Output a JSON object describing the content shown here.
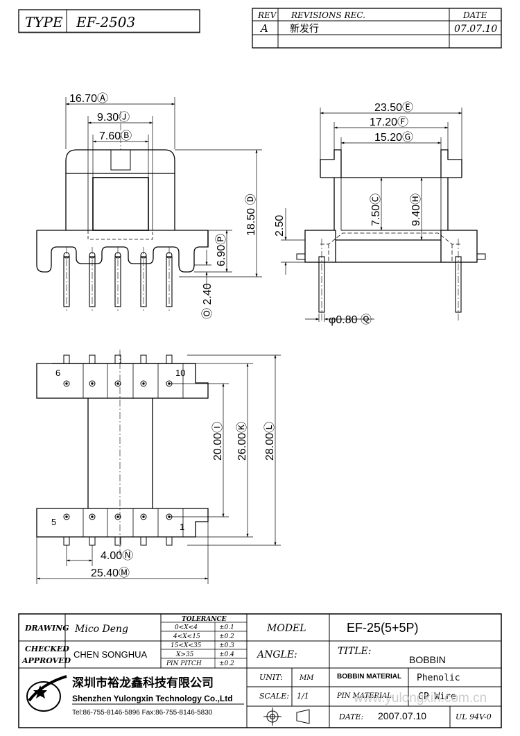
{
  "header": {
    "type_label": "TYPE",
    "type_value": "EF-2503",
    "rev_label": "REV",
    "revisions_label": "REVISIONS REC.",
    "date_label": "DATE",
    "rev_value": "A",
    "revision_text": "新发行",
    "revision_date": "07.07.10"
  },
  "dimensions": {
    "A": "16.70Ⓐ",
    "J": "9.30Ⓙ",
    "B": "7.60Ⓑ",
    "D": "18.50 Ⓓ",
    "P": "6.90Ⓟ",
    "O": "Ⓞ 2.40",
    "E": "23.50Ⓔ",
    "F": "17.20Ⓕ",
    "G": "15.20Ⓖ",
    "C": "7.50Ⓒ",
    "H": "9.40Ⓗ",
    "slot": "2.50",
    "Q": "φ0.80 Ⓠ",
    "I": "20.00Ⓘ",
    "K": "26.00Ⓚ",
    "L": "28.00Ⓛ",
    "N": "4.00Ⓝ",
    "M": "25.40Ⓜ"
  },
  "pins": {
    "p6": "6",
    "p10": "10",
    "p5": "5",
    "p1": "1"
  },
  "title_block": {
    "drawing_label": "DRAWING",
    "drawing_value": "Mico Deng",
    "checked_label": "CHECKED",
    "approved_label": "APPROVED",
    "approved_value": "CHEN SONGHUA",
    "tolerance_label": "TOLERANCE",
    "tolerances": [
      {
        "range": "0<X<4",
        "value": "±0.1"
      },
      {
        "range": "4<X<15",
        "value": "±0.2"
      },
      {
        "range": "15<X<35",
        "value": "±0.3"
      },
      {
        "range": "X>35",
        "value": "±0.4"
      },
      {
        "range": "PIN PITCH",
        "value": "±0.2"
      }
    ],
    "model_label": "MODEL",
    "model_value": "EF-25(5+5P)",
    "angle_label": "ANGLE:",
    "title_label": "TITLE:",
    "title_value": "BOBBIN",
    "unit_label": "UNIT:",
    "unit_value": "MM",
    "scale_label": "SCALE:",
    "scale_value": "1/1",
    "bobbin_material_label": "BOBBIN MATERIAL",
    "bobbin_material_value": "Phenolic",
    "pin_material_label": "PIN MATERIAL:",
    "pin_material_value": "CP Wire",
    "date_label": "DATE:",
    "date_value": "2007.07.10",
    "ul_value": "UL 94V-0",
    "company_cn": "深圳市裕龙鑫科技有限公司",
    "company_en": "Shenzhen Yulongxin Technology Co.,Ltd",
    "contact": "Tel:86-755-8146-5896  Fax:86-755-8146-5830",
    "watermark": "www.yulongxin.com.cn"
  }
}
